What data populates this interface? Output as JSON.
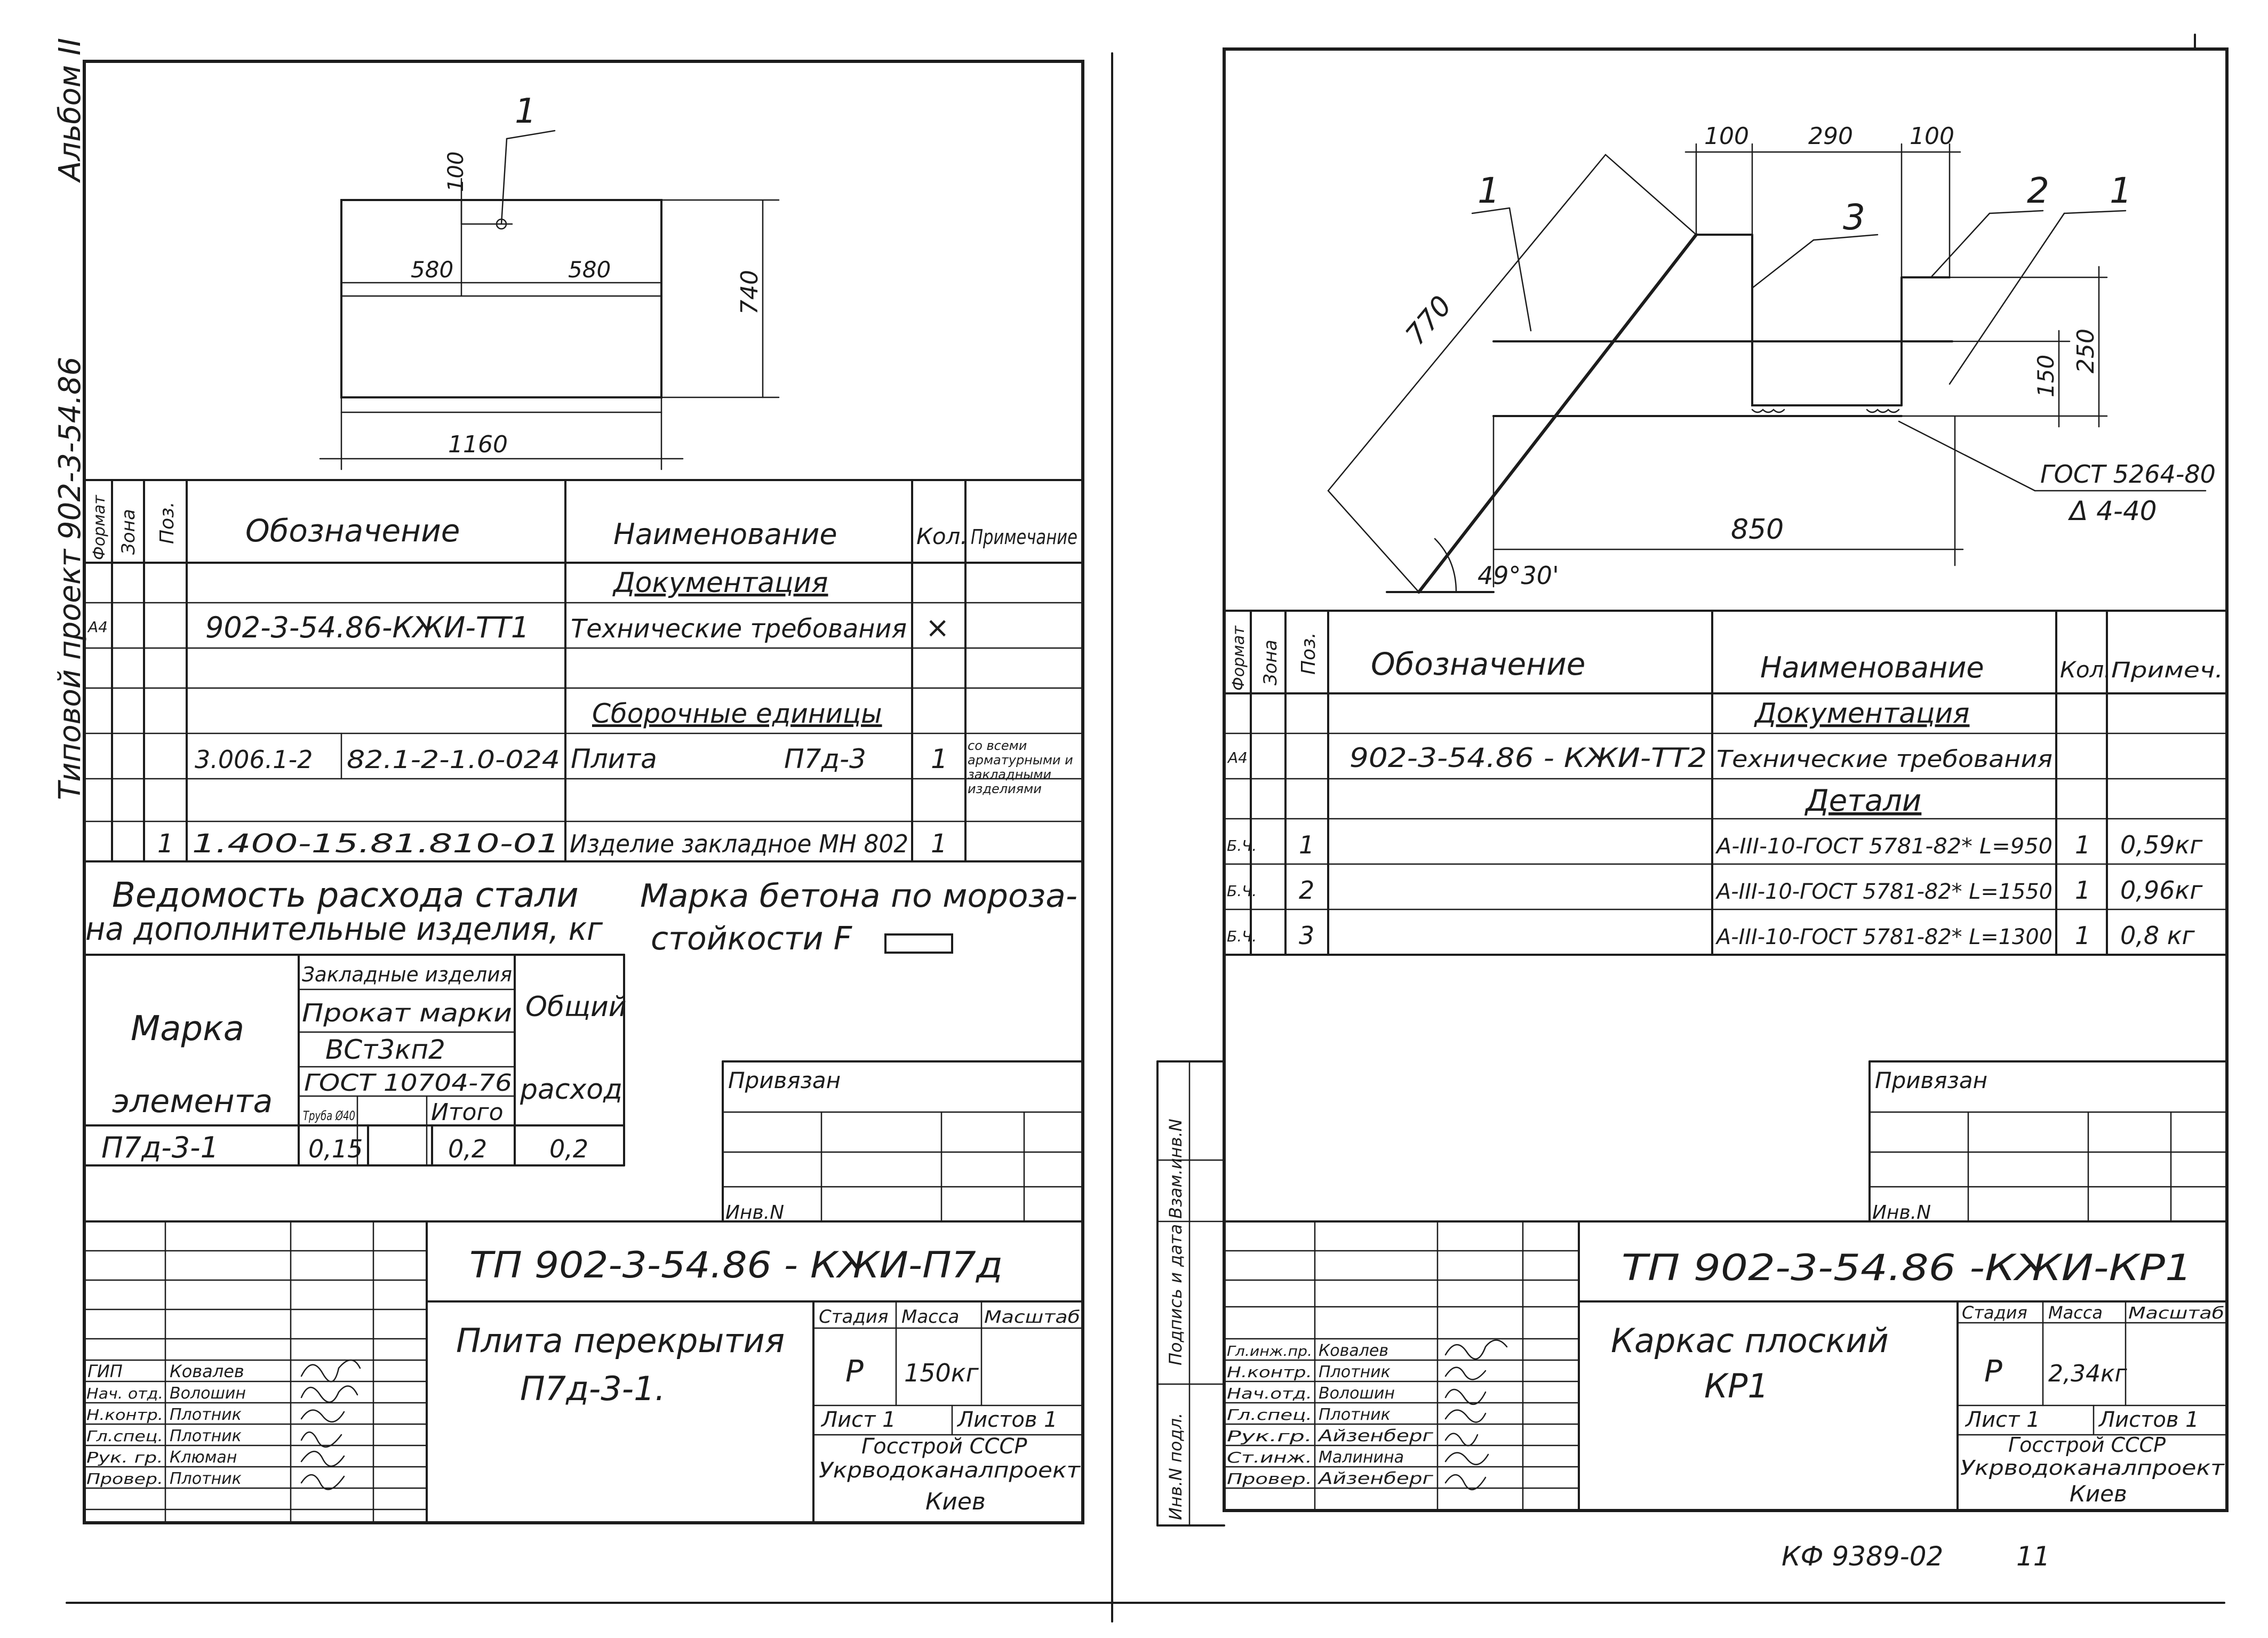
{
  "side_stamp": {
    "album": "Альбом II",
    "project": "Типовой проект 902-3-54.86"
  },
  "left_sheet": {
    "drawing": {
      "callout": "1",
      "dim_top": "100",
      "dim_left": "580",
      "dim_right": "580",
      "dim_height": "740",
      "dim_width": "1160"
    },
    "spec_table": {
      "headers": {
        "format": "Формат",
        "zone": "Зона",
        "pos": "Поз.",
        "designation": "Обозначение",
        "name": "Наименование",
        "qty": "Кол.",
        "note": "Примечание"
      },
      "section_docs": "Документация",
      "row_docs": {
        "format": "А4",
        "designation": "902-3-54.86-КЖИ-ТТ1",
        "name": "Технические требования",
        "qty": "×"
      },
      "section_assembly": "Сборочные единицы",
      "row_assembly": {
        "designation_a": "3.006.1-2",
        "designation_b": "82.1-2-1.0-024",
        "name": "Плита",
        "mark": "П7д-3",
        "qty": "1",
        "note": "со всеми арматурными и закладными изделиями"
      },
      "row_embed": {
        "pos": "1",
        "designation": "1.400-15.81.810-01",
        "name": "Изделие закладное МН 802",
        "qty": "1"
      }
    },
    "steel_title_line1": "Ведомость расхода стали",
    "steel_title_line2": "на дополнительные изделия, кг",
    "concrete_line1": "Марка бетона по мороза-",
    "concrete_line2": "стойкости F",
    "steel_table": {
      "mark_line1": "Марка",
      "mark_line2": "элемента",
      "embedded": "Закладные изделия",
      "rolled": "Прокат марки",
      "steel_grade": "ВСт3кп2",
      "gost": "ГОСТ 10704-76",
      "pipe": "Труба Ø40",
      "total": "Итого",
      "general_line1": "Общий",
      "general_line2": "расход",
      "element": "П7д-3-1",
      "pipe_val": "0,15",
      "total_val": "0,2",
      "general_val": "0,2"
    },
    "attached": "Привязан",
    "inv": "Инв.N",
    "title_block": {
      "code": "ТП 902-3-54.86 - КЖИ-П7д",
      "name_line1": "Плита перекрытия",
      "name_line2": "П7д-3-1.",
      "stage_h": "Стадия",
      "mass_h": "Масса",
      "scale_h": "Масштаб",
      "stage": "Р",
      "mass": "150кг",
      "sheet": "Лист 1",
      "sheets": "Листов 1",
      "org1": "Госстрой СССР",
      "org2": "Укрводоканалпроект",
      "org3": "Киев",
      "staff": [
        {
          "role": "ГИП",
          "name": "Ковалев"
        },
        {
          "role": "Нач. отд.",
          "name": "Волошин"
        },
        {
          "role": "Н.контр.",
          "name": "Плотник"
        },
        {
          "role": "Гл.спец.",
          "name": "Плотник"
        },
        {
          "role": "Рук. гр.",
          "name": "Клюман"
        },
        {
          "role": "Провер.",
          "name": "Плотник"
        }
      ]
    }
  },
  "right_sheet": {
    "drawing": {
      "dim_100a": "100",
      "dim_290": "290",
      "dim_100b": "100",
      "dim_770": "770",
      "callout_1a": "1",
      "callout_3": "3",
      "callout_2": "2",
      "callout_1b": "1",
      "dim_150": "150",
      "dim_250": "250",
      "dim_850": "850",
      "angle": "49°30'",
      "weld_gost": "ГОСТ 5264-80",
      "weld_type": "Δ 4-40"
    },
    "spec_table": {
      "headers": {
        "format": "Формат",
        "zone": "Зона",
        "pos": "Поз.",
        "designation": "Обозначение",
        "name": "Наименование",
        "qty": "Кол.",
        "note": "Примеч."
      },
      "section_docs": "Документация",
      "row_docs": {
        "format": "А4",
        "designation": "902-3-54.86 - КЖИ-ТТ2",
        "name": "Технические требования"
      },
      "section_details": "Детали",
      "rows": [
        {
          "format": "Б.Ч.",
          "pos": "1",
          "name": "А-III-10-ГОСТ 5781-82* L=950",
          "qty": "1",
          "note": "0,59кг"
        },
        {
          "format": "Б.Ч.",
          "pos": "2",
          "name": "А-III-10-ГОСТ 5781-82* L=1550",
          "qty": "1",
          "note": "0,96кг"
        },
        {
          "format": "Б.Ч.",
          "pos": "3",
          "name": "А-III-10-ГОСТ 5781-82* L=1300",
          "qty": "1",
          "note": "0,8 кг"
        }
      ]
    },
    "side_labels": {
      "inv_orig": "Инв.N подл.",
      "sign_date": "Подпись и дата",
      "inv_instead": "Взам.инв.N"
    },
    "attached": "Привязан",
    "inv": "Инв.N",
    "title_block": {
      "code": "ТП 902-3-54.86 -КЖИ-КР1",
      "name_line1": "Каркас плоский",
      "name_line2": "КР1",
      "stage_h": "Стадия",
      "mass_h": "Масса",
      "scale_h": "Масштаб",
      "stage": "Р",
      "mass": "2,34кг",
      "sheet": "Лист 1",
      "sheets": "Листов 1",
      "org1": "Госстрой СССР",
      "org2": "Укрводоканалпроект",
      "org3": "Киев",
      "staff": [
        {
          "role": "Гл.инж.пр.",
          "name": "Ковалев"
        },
        {
          "role": "Н.контр.",
          "name": "Плотник"
        },
        {
          "role": "Нач.отд.",
          "name": "Волошин"
        },
        {
          "role": "Гл.спец.",
          "name": "Плотник"
        },
        {
          "role": "Рук.гр.",
          "name": "Айзенберг"
        },
        {
          "role": "Ст.инж.",
          "name": "Малинина"
        },
        {
          "role": "Провер.",
          "name": "Айзенберг"
        }
      ]
    },
    "archive_no": "КФ 9389-02",
    "page_no": "11"
  }
}
